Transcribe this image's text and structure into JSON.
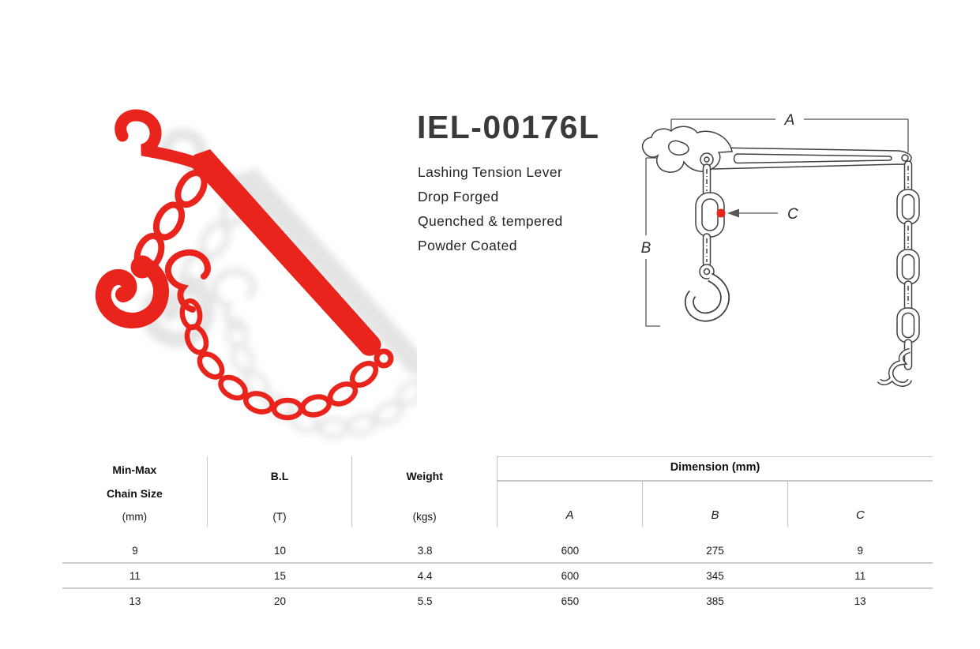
{
  "product": {
    "model": "IEL-00176L",
    "features": [
      "Lashing Tension Lever",
      "Drop Forged",
      "Quenched & tempered",
      "Powder Coated"
    ],
    "photo_color": "#e8241c"
  },
  "drawing": {
    "labels": {
      "a": "A",
      "b": "B",
      "c": "C"
    },
    "marker_color": "#e8241c"
  },
  "table": {
    "headers": {
      "col1_line1": "Min-Max",
      "col1_line2": "Chain Size",
      "col1_unit": "(mm)",
      "col2_label": "B.L",
      "col2_unit": "(T)",
      "col3_label": "Weight",
      "col3_unit": "(kgs)",
      "dimension_group": "Dimension (mm)",
      "dim_a": "A",
      "dim_b": "B",
      "dim_c": "C"
    },
    "rows": [
      [
        "9",
        "10",
        "3.8",
        "600",
        "275",
        "9"
      ],
      [
        "11",
        "15",
        "4.4",
        "600",
        "345",
        "11"
      ],
      [
        "13",
        "20",
        "5.5",
        "650",
        "385",
        "13"
      ]
    ]
  }
}
